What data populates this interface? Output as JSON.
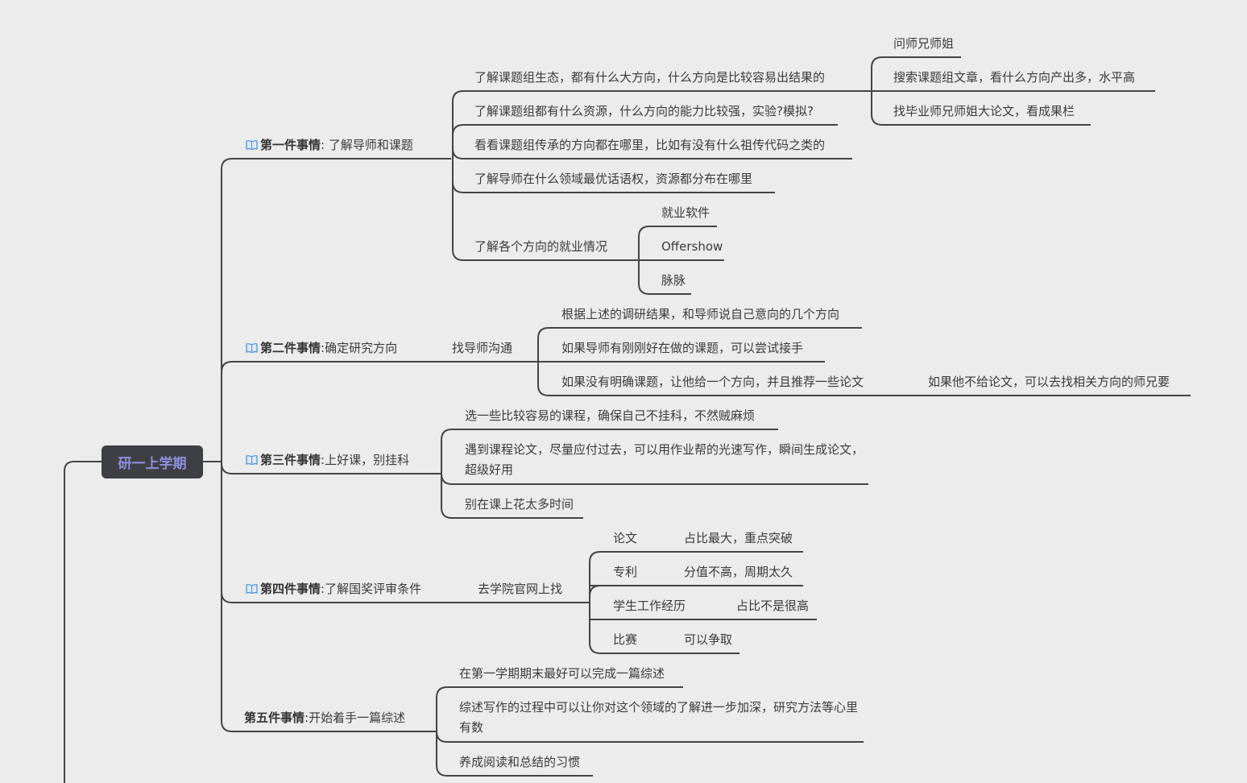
{
  "root": {
    "label": "研一上学期"
  },
  "colors": {
    "root_bg": "#3e3f42",
    "root_text": "#8e8fe0",
    "line": "#444444",
    "background": "#ececec",
    "icon": "#4a8fd8"
  },
  "icon_name": "book-icon",
  "branches": [
    {
      "bold": "第一件事情",
      "rest": ": 了解导师和课题",
      "children": [
        {
          "text": "了解课题组生态，都有什么大方向，什么方向是比较容易出结果的"
        },
        {
          "text": "了解课题组都有什么资源，什么方向的能力比较强，实验?模拟?"
        },
        {
          "text": "看看课题组传承的方向都在哪里，比如有没有什么祖传代码之类的"
        },
        {
          "text": "了解导师在什么领域最优话语权，资源都分布在哪里"
        },
        {
          "text": "了解各个方向的就业情况"
        }
      ],
      "sub_ecology": [
        "问师兄师姐",
        "搜索课题组文章，看什么方向产出多，水平高",
        "找毕业师兄师姐大论文，看成果栏"
      ],
      "sub_jobs": [
        "就业软件",
        "Offershow",
        "脉脉"
      ]
    },
    {
      "bold": "第二件事情",
      "rest": ":确定研究方向",
      "mid": "找导师沟通",
      "children": [
        {
          "text": "根据上述的调研结果，和导师说自己意向的几个方向"
        },
        {
          "text": "如果导师有刚刚好在做的课题，可以尝试接手"
        },
        {
          "text": "如果没有明确课题，让他给一个方向，并且推荐一些论文"
        }
      ],
      "extra": "如果他不给论文，可以去找相关方向的师兄要"
    },
    {
      "bold": "第三件事情",
      "rest": ":上好课，别挂科",
      "children": [
        {
          "text": "选一些比较容易的课程，确保自己不挂科，不然贼麻烦"
        },
        {
          "text": "遇到课程论文，尽量应付过去，可以用作业帮的光速写作，瞬间生成论文，超级好用"
        },
        {
          "text": "别在课上花太多时间"
        }
      ]
    },
    {
      "bold": "第四件事情",
      "rest": ":了解国奖评审条件",
      "mid": "去学院官网上找",
      "children": [
        {
          "text": "论文",
          "note": "占比最大，重点突破"
        },
        {
          "text": "专利",
          "note": "分值不高，周期太久"
        },
        {
          "text": "学生工作经历",
          "note": "占比不是很高"
        },
        {
          "text": "比赛",
          "note": "可以争取"
        }
      ]
    },
    {
      "bold": "第五件事情",
      "rest": ":开始着手一篇综述",
      "children": [
        {
          "text": "在第一学期期末最好可以完成一篇综述"
        },
        {
          "text": "综述写作的过程中可以让你对这个领域的了解进一步加深，研究方法等心里有数"
        },
        {
          "text": "养成阅读和总结的习惯"
        }
      ]
    }
  ]
}
